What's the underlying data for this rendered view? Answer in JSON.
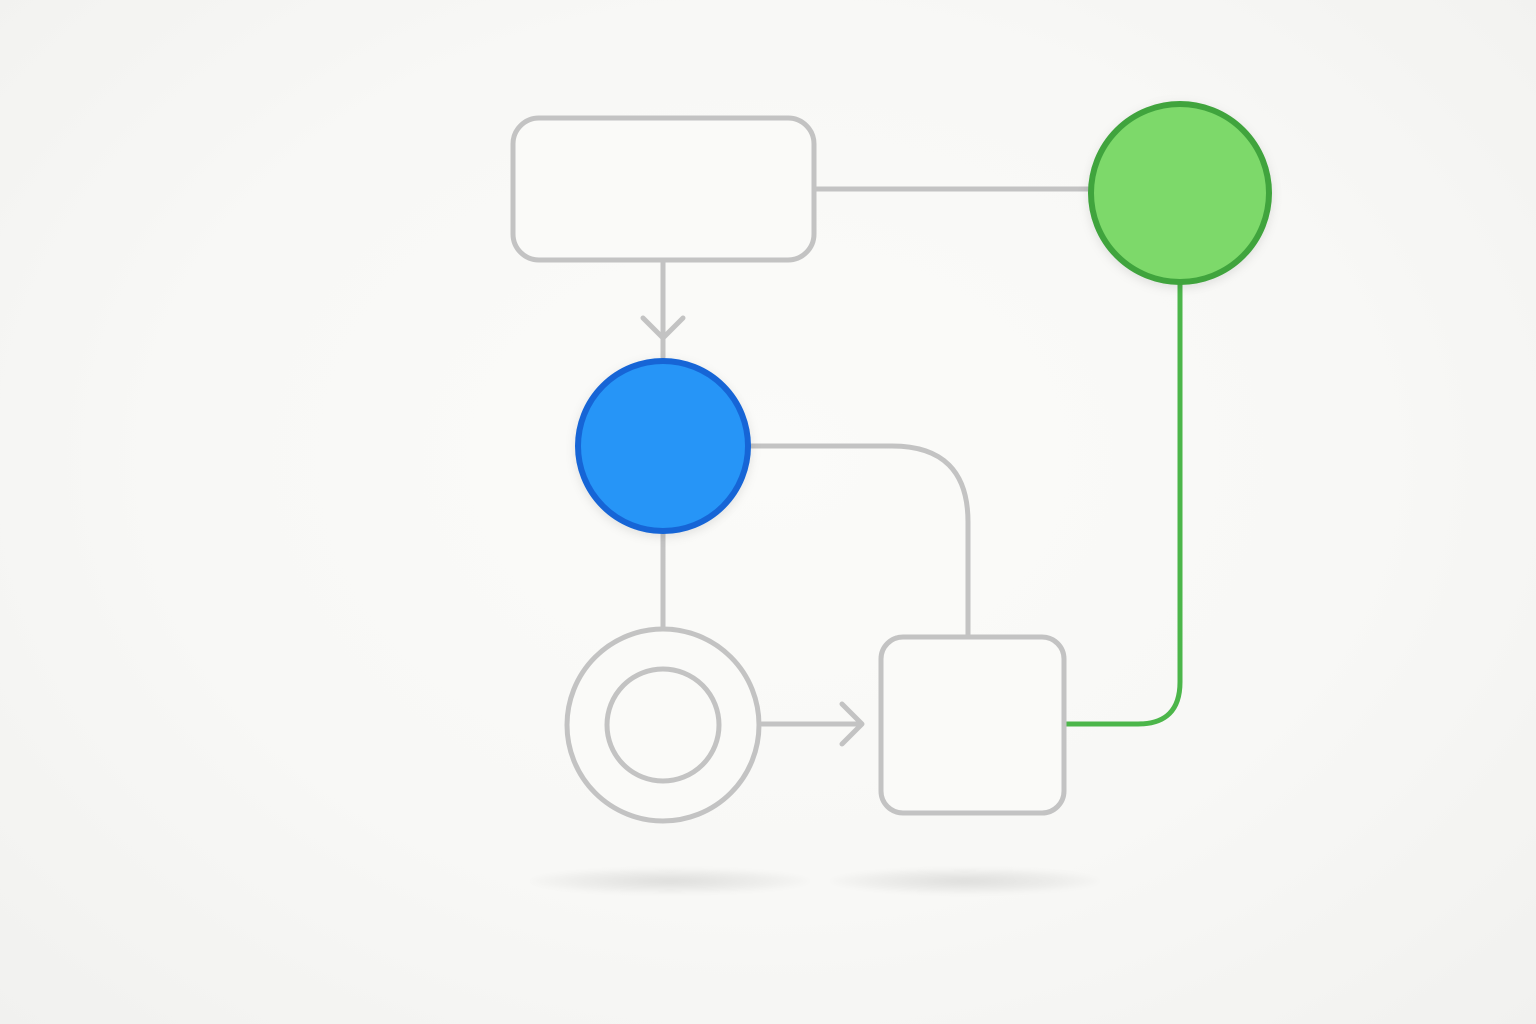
{
  "diagram": {
    "colors": {
      "background": "#f8f8f6",
      "outline": "#c3c3c3",
      "blue_fill": "#2695f7",
      "blue_stroke": "#1565d6",
      "green_fill": "#7dd96b",
      "green_stroke": "#3fa43d",
      "green_connector": "#4cb64a"
    },
    "nodes": [
      {
        "id": "top-rect",
        "shape": "rounded-rectangle",
        "fill": "none"
      },
      {
        "id": "green-circle",
        "shape": "circle",
        "fill": "green"
      },
      {
        "id": "blue-circle",
        "shape": "circle",
        "fill": "blue"
      },
      {
        "id": "double-ring",
        "shape": "double-circle",
        "fill": "none"
      },
      {
        "id": "square",
        "shape": "rounded-square",
        "fill": "none"
      }
    ],
    "edges": [
      {
        "from": "top-rect",
        "to": "green-circle",
        "arrow": false,
        "color": "gray"
      },
      {
        "from": "top-rect",
        "to": "blue-circle",
        "arrow": true,
        "color": "gray"
      },
      {
        "from": "blue-circle",
        "to": "square",
        "arrow": false,
        "color": "gray"
      },
      {
        "from": "blue-circle",
        "to": "double-ring",
        "arrow": false,
        "color": "gray"
      },
      {
        "from": "double-ring",
        "to": "square",
        "arrow": true,
        "color": "gray"
      },
      {
        "from": "green-circle",
        "to": "square",
        "arrow": false,
        "color": "green"
      }
    ]
  }
}
